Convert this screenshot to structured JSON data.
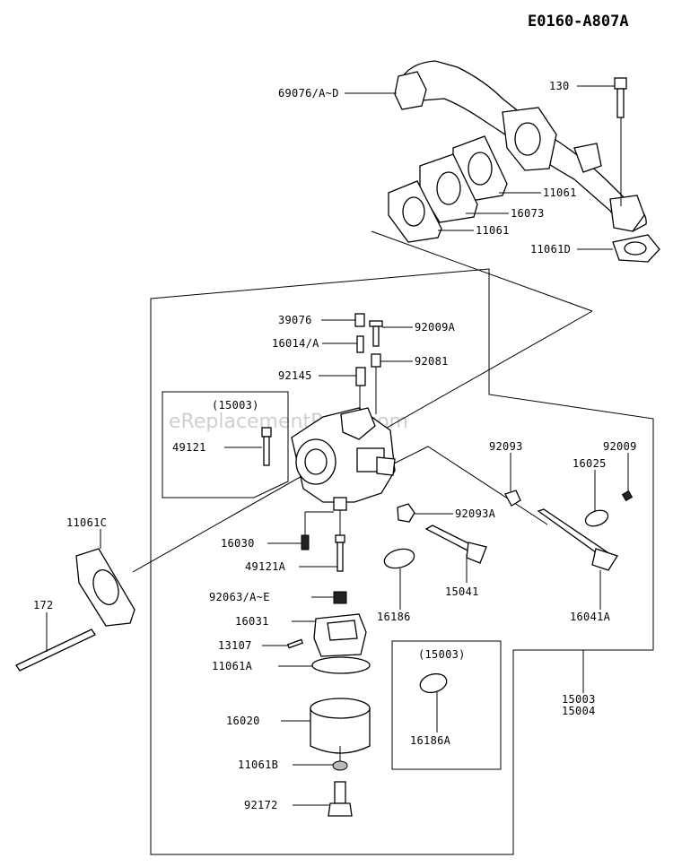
{
  "diagram_code": "E0160-A807A",
  "watermark": "eReplacementParts.com",
  "labels": {
    "l69076": "69076/A~D",
    "l130": "130",
    "l11061a": "11061",
    "l16073": "16073",
    "l11061b": "11061",
    "l11061D": "11061D",
    "l39076": "39076",
    "l92009A": "92009A",
    "l16014": "16014/A",
    "l92081": "92081",
    "l92145": "92145",
    "l15003a": "(15003)",
    "l49121": "49121",
    "l92093": "92093",
    "l92009": "92009",
    "l16025": "16025",
    "l11061C": "11061C",
    "l92093A": "92093A",
    "l16030": "16030",
    "l49121A": "49121A",
    "l15041": "15041",
    "l172": "172",
    "l92063": "92063/A~E",
    "l16031": "16031",
    "l13107": "13107",
    "l11061A": "11061A",
    "l16186": "16186",
    "l16041A": "16041A",
    "l15003b": "(15003)",
    "l15003c": "15003",
    "l15004": "15004",
    "l16020": "16020",
    "l16186A": "16186A",
    "l11061B": "11061B",
    "l92172": "92172"
  }
}
